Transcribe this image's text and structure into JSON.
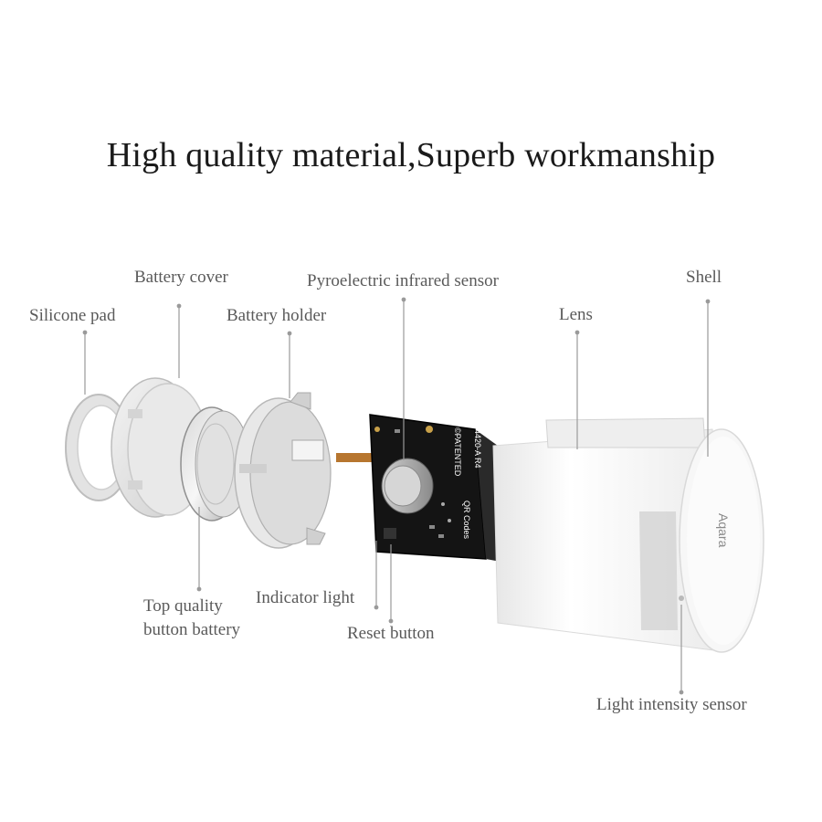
{
  "title": "High quality material,Superb workmanship",
  "labels": {
    "silicone_pad": "Silicone pad",
    "battery_cover": "Battery cover",
    "battery_holder": "Battery holder",
    "pir_sensor": "Pyroelectric infrared sensor",
    "lens": "Lens",
    "shell": "Shell",
    "battery_line1": "Top quality",
    "battery_line2": "button battery",
    "indicator_light": "Indicator light",
    "reset_button": "Reset button",
    "light_sensor": "Light intensity sensor"
  },
  "pcb_text": {
    "model": "4420-A R4",
    "patent": "©PATENTED",
    "qr": "QR Codes"
  },
  "brand": "Aqara",
  "colors": {
    "label_text": "#5a5a5a",
    "title_text": "#1a1a1a",
    "leader_line": "#9a9a9a",
    "pcb": "#111111",
    "shell": "#f4f4f4"
  }
}
